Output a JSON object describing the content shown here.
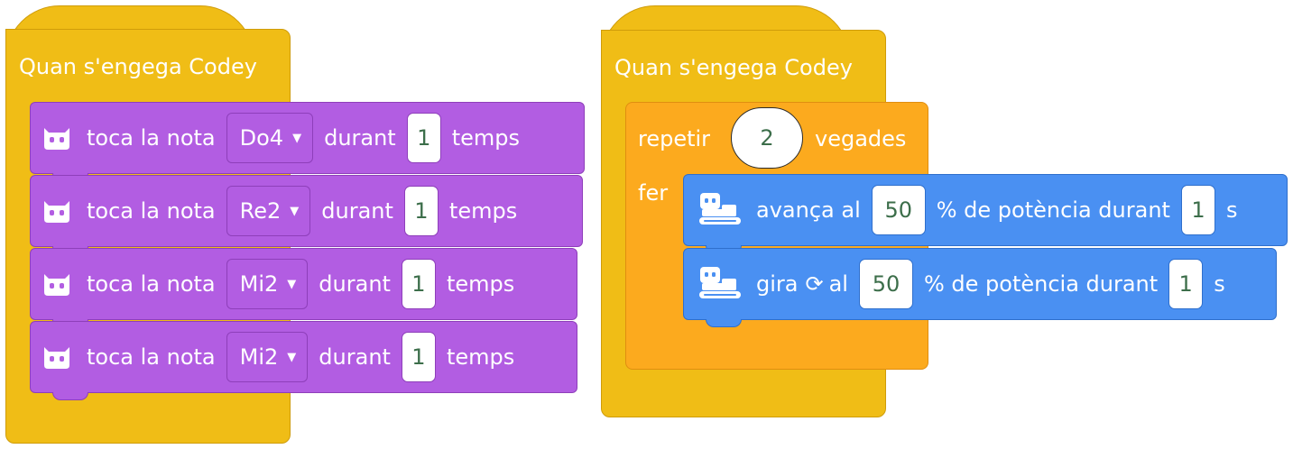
{
  "colors": {
    "event": "#f0bd16",
    "sound": "#b25de2",
    "control": "#fcaa1e",
    "motion": "#4a90f2",
    "value_text": "#3c6e4a"
  },
  "stack1": {
    "hat_label": "Quan s'engega Codey",
    "blocks": [
      {
        "icon": "codey-face-icon",
        "text": "toca la nota",
        "note": "Do4",
        "caret": "▼",
        "durant": "durant",
        "value": "1",
        "unit": "temps"
      },
      {
        "icon": "codey-face-icon",
        "text": "toca la nota",
        "note": "Re2",
        "caret": "▼",
        "durant": "durant",
        "value": "1",
        "unit": "temps"
      },
      {
        "icon": "codey-face-icon",
        "text": "toca la nota",
        "note": "Mi2",
        "caret": "▼",
        "durant": "durant",
        "value": "1",
        "unit": "temps"
      },
      {
        "icon": "codey-face-icon",
        "text": "toca la nota",
        "note": "Mi2",
        "caret": "▼",
        "durant": "durant",
        "value": "1",
        "unit": "temps"
      }
    ]
  },
  "stack2": {
    "hat_label": "Quan s'engega Codey",
    "repeat": {
      "label": "repetir",
      "count": "2",
      "suffix": "vegades",
      "do_label": "fer"
    },
    "blocks": [
      {
        "icon": "rocky-robot-icon",
        "pre": "avança al",
        "power": "50",
        "mid": "% de potència durant",
        "time": "1",
        "unit": "s"
      },
      {
        "icon": "rocky-robot-icon",
        "pre": "gira",
        "rotate_glyph": "⟳",
        "al": "al",
        "power": "50",
        "mid": "% de potència durant",
        "time": "1",
        "unit": "s"
      }
    ]
  }
}
